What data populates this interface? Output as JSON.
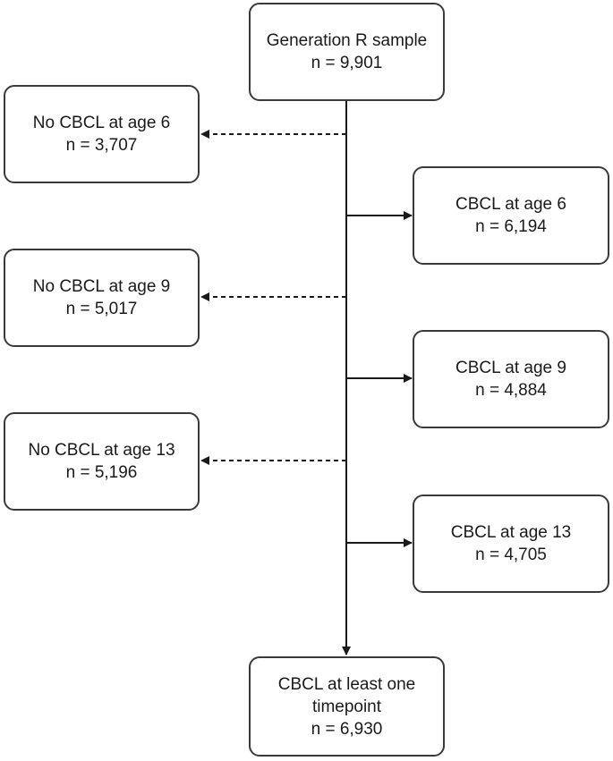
{
  "nodes": {
    "sample": {
      "title": "Generation R sample",
      "count": "n = 9,901"
    },
    "no_cbcl_6": {
      "title": "No CBCL at age 6",
      "count": "n = 3,707"
    },
    "cbcl_6": {
      "title": "CBCL at age 6",
      "count": "n = 6,194"
    },
    "no_cbcl_9": {
      "title": "No CBCL at age 9",
      "count": "n = 5,017"
    },
    "cbcl_9": {
      "title": "CBCL at age 9",
      "count": "n = 4,884"
    },
    "no_cbcl_13": {
      "title": "No CBCL at age 13",
      "count": "n = 5,196"
    },
    "cbcl_13": {
      "title": "CBCL at age 13",
      "count": "n = 4,705"
    },
    "at_least_one": {
      "title_line1": "CBCL at least one",
      "title_line2": "timepoint",
      "count": "n = 6,930"
    }
  },
  "colors": {
    "stroke": "#1a1a1a",
    "box_border": "#3a3a3a",
    "background": "#ffffff"
  }
}
